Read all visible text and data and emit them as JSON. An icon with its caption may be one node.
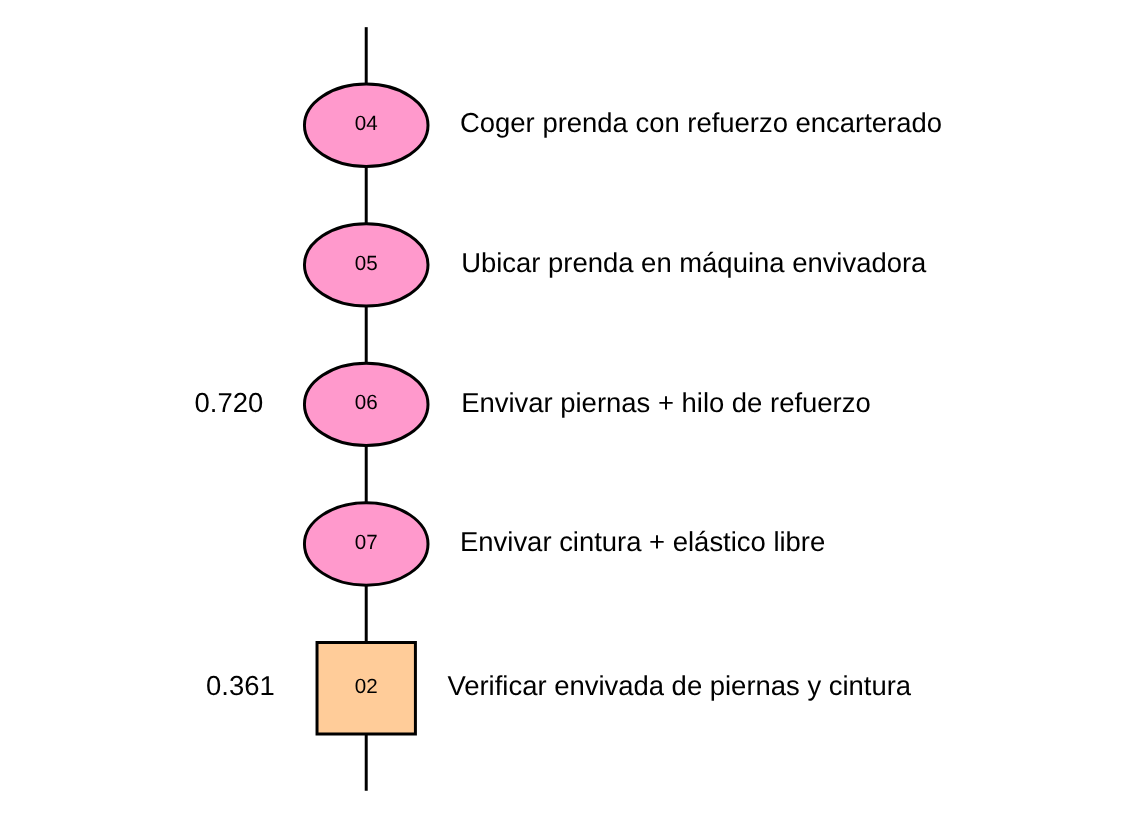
{
  "diagram": {
    "nodes": [
      {
        "text": [
          "04"
        ],
        "beside": [
          "Coger prenda con refuerzo encarterado"
        ]
      },
      {
        "text": [
          "05"
        ],
        "beside": [
          "Ubicar prenda en máquina envivadora"
        ]
      },
      {
        "text": [
          "06"
        ],
        "beside": [
          "Envivar piernas + hilo de refuerzo",
          "0.720"
        ]
      },
      {
        "text": [
          "07"
        ],
        "beside": [
          "Envivar cintura + elástico libre"
        ]
      },
      {
        "text": [
          "02"
        ],
        "beside": [
          "Verificar envivada de piernas y cintura",
          "0.361"
        ]
      }
    ],
    "edges": [
      {
        "from": null,
        "to": 0,
        "arrow": "none"
      },
      {
        "from": 0,
        "to": 1,
        "arrow": "none"
      },
      {
        "from": 1,
        "to": 2,
        "arrow": "none"
      },
      {
        "from": 2,
        "to": 3,
        "arrow": "none"
      },
      {
        "from": 3,
        "to": 4,
        "arrow": "none"
      },
      {
        "from": 4,
        "to": null,
        "arrow": "none"
      }
    ]
  }
}
